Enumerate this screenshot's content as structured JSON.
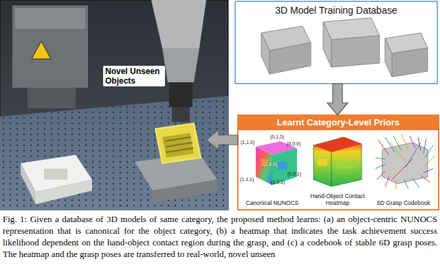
{
  "diagram": {
    "caption": "Fig. 1: Given a database of 3D models of same category, the proposed method learns: (a) an object-centric NUNOCS representation that is canonical for the object category, (b) a heatmap that indicates the task achievement success likelihood dependent on the hand-object contact region during the grasp, and (c) a codebook of stable 6D grasp poses. The heatmap and the grasp poses are transferred to real-world, novel unseen",
    "nodes": [
      {
        "text": [
          "Novel Unseen Objects"
        ]
      },
      {
        "text": [
          "3D Model Training Database"
        ]
      },
      {
        "text": [
          "Learnt Category-Level Priors"
        ]
      },
      {
        "text": [
          "Canonical NUNOCS"
        ],
        "in": 2
      },
      {
        "text": [
          "Hand-Object Contact Heatmap"
        ],
        "in": 2
      },
      {
        "text": [
          "6D Grasp Codebook"
        ],
        "in": 2
      }
    ],
    "edges": [
      {
        "from": 1,
        "to": 2,
        "arrow": "to"
      },
      {
        "from": 2,
        "to": 0,
        "arrow": "to"
      }
    ],
    "labels": [
      "(1,1,0)",
      "(0,1,0)",
      "(0,0,0)",
      "(1,0,0)",
      "(0,0,1)",
      "(1,1,1)",
      "(1,0,1)"
    ]
  }
}
